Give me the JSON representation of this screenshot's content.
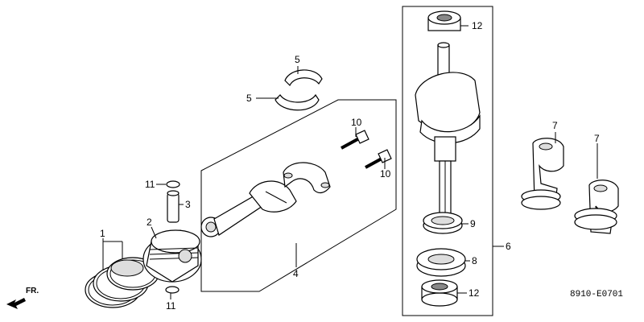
{
  "labels": {
    "p1": "1",
    "p2": "2",
    "p3": "3",
    "p4": "4",
    "p5a": "5",
    "p5b": "5",
    "p6": "6",
    "p7a": "7",
    "p7b": "7",
    "p8": "8",
    "p9": "9",
    "p10a": "10",
    "p10b": "10",
    "p11a": "11",
    "p11b": "11",
    "p12a": "12",
    "p12b": "12"
  },
  "front_label": "FR.",
  "diagram_code": "8910-E0701"
}
